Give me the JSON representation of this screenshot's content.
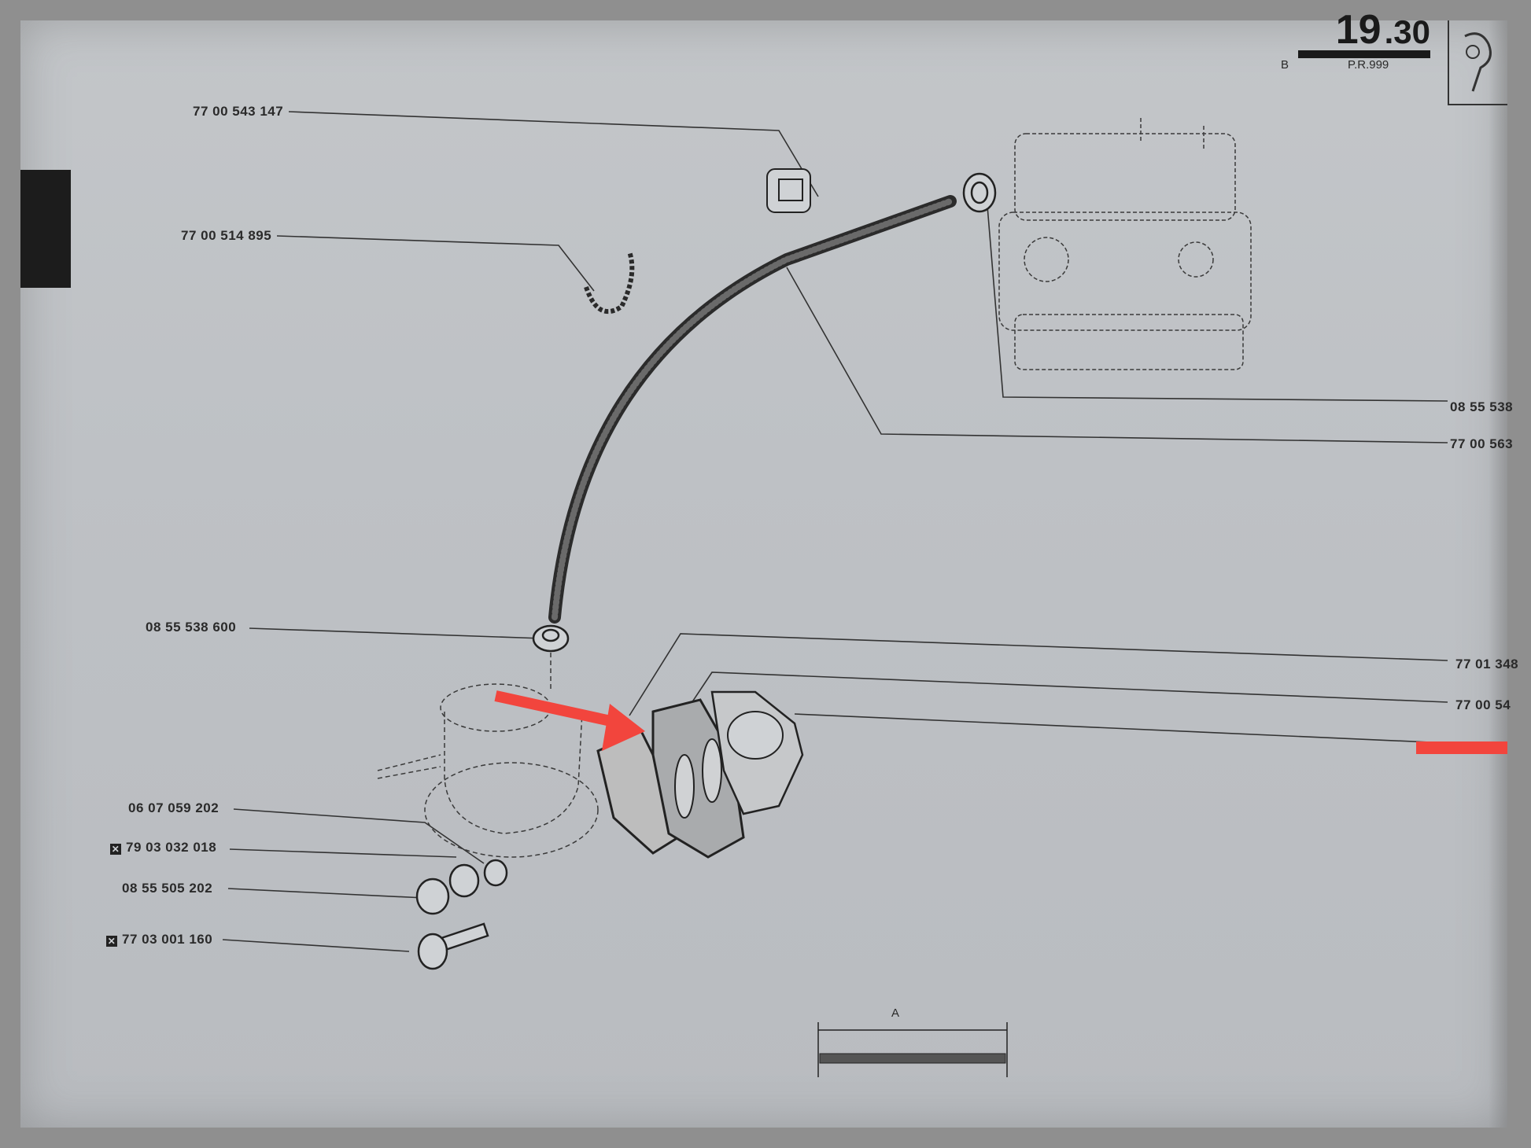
{
  "header": {
    "section_number": "19",
    "section_sub": ".30",
    "left_code": "B",
    "right_code": "P.R.999"
  },
  "parts": {
    "p1": "77 00 543 147",
    "p2": "77 00 514 895",
    "p3": "08 55 538",
    "p4": "77 00 563",
    "p5": "08 55 538 600",
    "p6": "77 01 348",
    "p7": "77 00 54",
    "p8": "06 07 059 202",
    "p9": "79 03 032 018",
    "p10": "08 55 505 202",
    "p11": "77 03 001 160"
  },
  "marks": {
    "box_glyph": "✕"
  },
  "scale": {
    "label": "A"
  },
  "colors": {
    "paper": "#c0c3c7",
    "ink": "#2a2a2a",
    "annotation_red": "#f2453d"
  }
}
